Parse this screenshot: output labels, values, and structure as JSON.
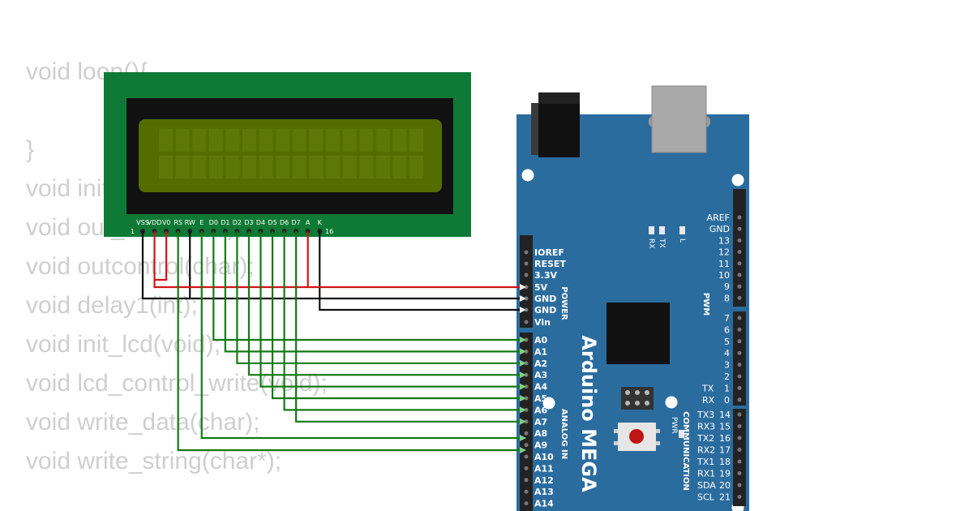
{
  "code_lines": [
    "void loop(){",
    "",
    "}",
    "void init_port(void);",
    "void out_data(char);",
    "void outcontrol(char);",
    "void delay1(int);",
    "void init_lcd(void);",
    "void lcd_control_write(void);",
    "void write_data(char);",
    "void write_string(char*);"
  ],
  "lcd": {
    "pins": [
      "VSS",
      "VDD",
      "V0",
      "RS",
      "RW",
      "E",
      "D0",
      "D1",
      "D2",
      "D3",
      "D4",
      "D5",
      "D6",
      "D7",
      "A",
      "K"
    ],
    "pin_first": "1",
    "pin_last": "16"
  },
  "arduino": {
    "name": "Arduino MEGA",
    "power_header": [
      "IOREF",
      "RESET",
      "3.3V",
      "5V",
      "GND",
      "GND",
      "Vin"
    ],
    "power_label": "POWER",
    "analog_header": [
      "A0",
      "A1",
      "A2",
      "A3",
      "A4",
      "A5",
      "A6",
      "A7",
      "A8",
      "A9",
      "A10",
      "A11",
      "A12",
      "A13",
      "A14"
    ],
    "analog_label": "ANALOG IN",
    "right_top_labels": [
      "AREF",
      "GND",
      "13",
      "12",
      "11",
      "10",
      "9",
      "8"
    ],
    "pwm_label": "PWM",
    "right_mid_labels": [
      "7",
      "6",
      "5",
      "4",
      "3",
      "2",
      "1",
      "0"
    ],
    "txrx_pins": [
      "TX",
      "RX"
    ],
    "comm_labels": [
      {
        "name": "TX3",
        "num": "14"
      },
      {
        "name": "RX3",
        "num": "15"
      },
      {
        "name": "TX2",
        "num": "16"
      },
      {
        "name": "RX2",
        "num": "17"
      },
      {
        "name": "TX1",
        "num": "18"
      },
      {
        "name": "RX1",
        "num": "19"
      },
      {
        "name": "SDA",
        "num": "20"
      },
      {
        "name": "SCL",
        "num": "21"
      }
    ],
    "comm_label": "COMMUNICATION",
    "led_labels": [
      "RX",
      "TX",
      "L"
    ],
    "pwr_label": "PWR"
  },
  "colors": {
    "board_blue": "#2b6c9f",
    "lcd_pcb": "#0f7a35",
    "lcd_screen": "#546d00",
    "wire_red": "#d11515",
    "wire_black": "#111111",
    "wire_green": "#137a13"
  }
}
